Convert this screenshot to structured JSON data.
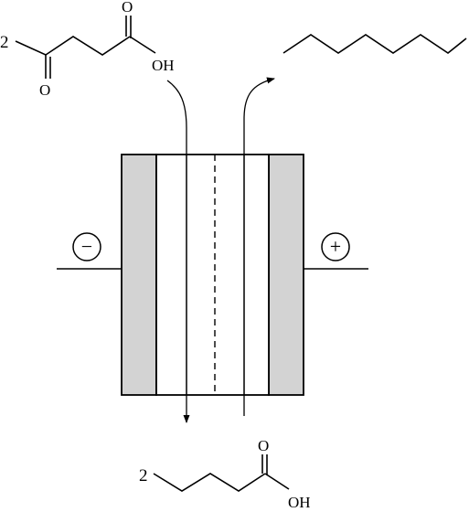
{
  "top_left_molecule": {
    "coefficient": "2",
    "carbonyl_oxygen_top": "O",
    "hydroxyl": "OH",
    "ketone_oxygen": "O"
  },
  "bottom_molecule": {
    "coefficient": "2",
    "carbonyl_oxygen": "O",
    "hydroxyl": "OH"
  },
  "cell": {
    "left_electrode_sign": "−",
    "right_electrode_sign": "+",
    "colors": {
      "electrode_fill": "#d3d3d3",
      "outline": "#000000",
      "background": "#ffffff"
    }
  }
}
